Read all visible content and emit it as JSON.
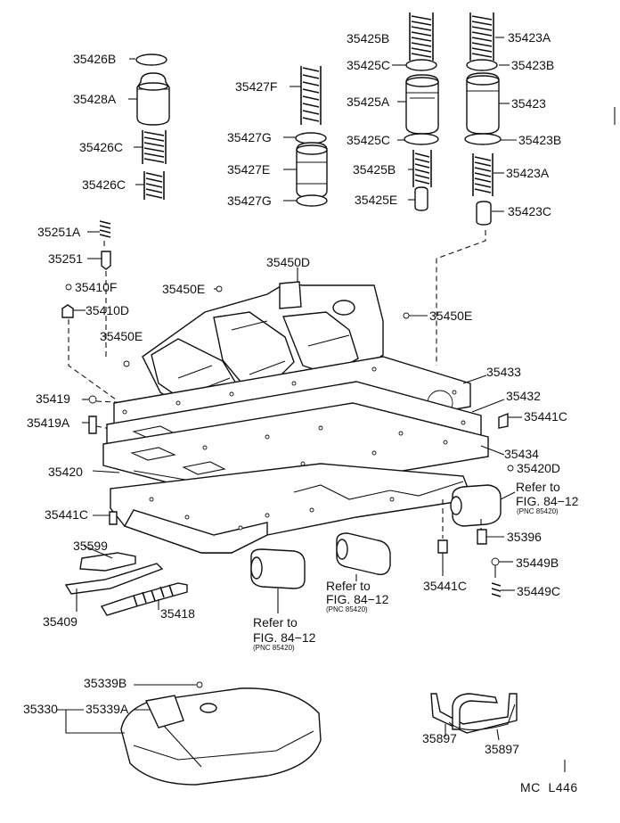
{
  "diagram": {
    "parts": [
      "35426B",
      "35428A",
      "35426C",
      "35426C",
      "35427F",
      "35427G",
      "35427E",
      "35427G",
      "35425B",
      "35425C",
      "35425A",
      "35425C",
      "35425B",
      "35425E",
      "35423A",
      "35423B",
      "35423",
      "35423B",
      "35423A",
      "35423C",
      "35251A",
      "35251",
      "35410F",
      "35410D",
      "35450D",
      "35450E",
      "35450E",
      "35450E",
      "35433",
      "35432",
      "35441C",
      "35434",
      "35420D",
      "35419",
      "35419A",
      "35420",
      "35441C",
      "35396",
      "35449B",
      "35449C",
      "35441C",
      "35599",
      "35409",
      "35418",
      "35339B",
      "35330",
      "35339A",
      "35897",
      "35897"
    ],
    "references": [
      {
        "refer": "Refer to",
        "fig": "FIG. 84−12",
        "pnc": "(PNC 85420)"
      },
      {
        "refer": "Refer to",
        "fig": "FIG. 84−12",
        "pnc": "(PNC 85420)"
      },
      {
        "refer": "Refer to",
        "fig": "FIG. 84−12",
        "pnc": "(PNC 85420)"
      }
    ],
    "drawing_code": "MC  L446"
  }
}
